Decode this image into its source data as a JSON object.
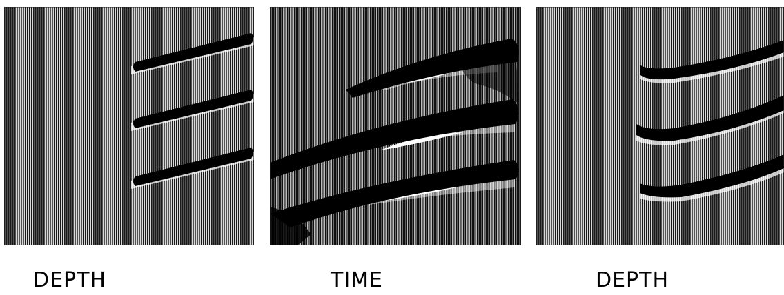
{
  "labels": {
    "left": "DEPTH",
    "middle": "TIME",
    "right": "DEPTH"
  },
  "colors": {
    "background": "#ffffff",
    "trace": "#000000",
    "stripe_gap": "#d8d8d8"
  }
}
